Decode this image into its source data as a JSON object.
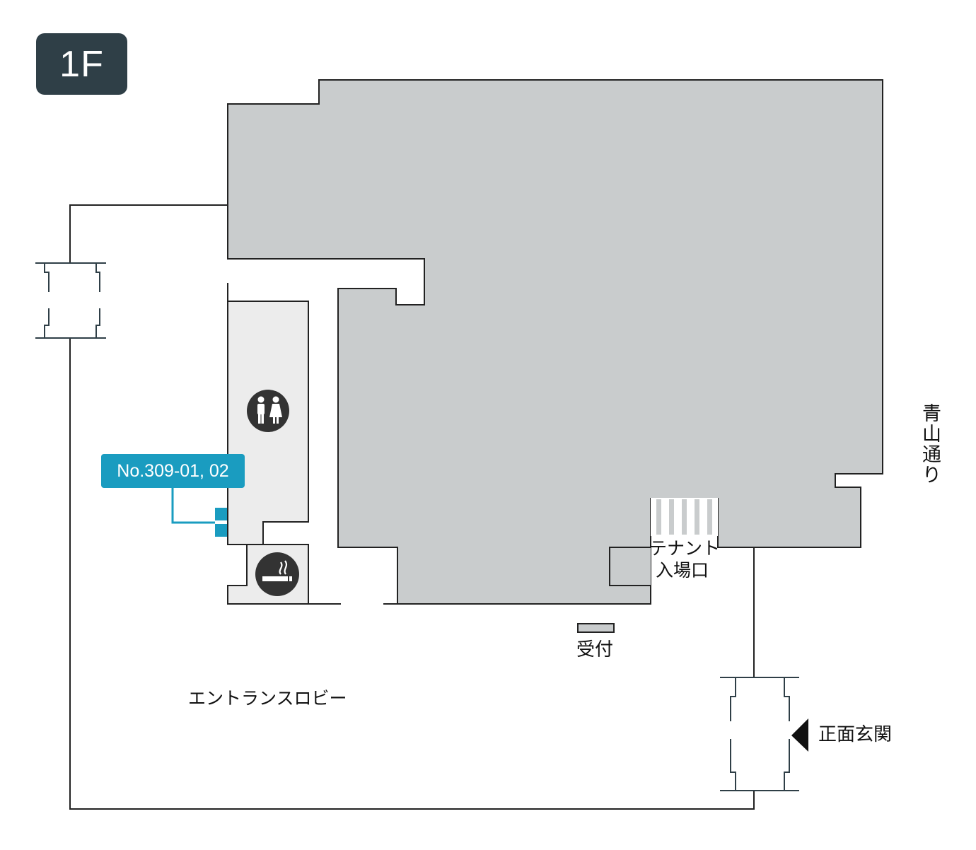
{
  "floor": {
    "label": "1F"
  },
  "room": {
    "label": "No.309-01, 02"
  },
  "labels": {
    "road": "青山通り",
    "tenant_entrance_line1": "テナント",
    "tenant_entrance_line2": "入場口",
    "reception": "受付",
    "lobby": "エントランスロビー",
    "main_entrance": "正面玄関"
  },
  "icons": {
    "restroom": "restroom-icon",
    "smoking": "smoking-area-icon",
    "entrance_arrow": "entrance-arrow-icon"
  },
  "colors": {
    "tenant_area": "#c9cccd",
    "facility_area": "#ececec",
    "wall": "#222222",
    "highlight": "#1a9cc0",
    "badge": "#2f3f47",
    "icon_bg": "#333333"
  }
}
